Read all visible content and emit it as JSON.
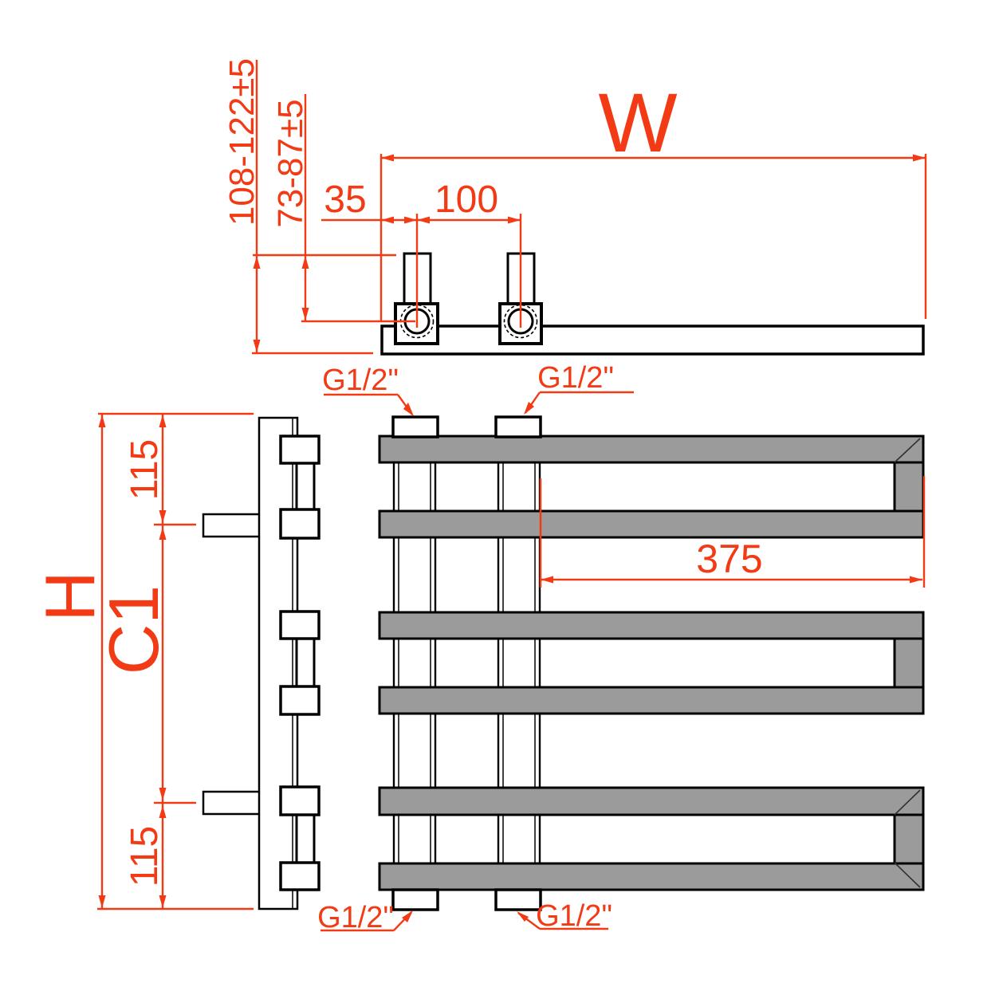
{
  "labels": {
    "w": "W",
    "h": "H",
    "c1": "C1",
    "d35": "35",
    "d100": "100",
    "d375": "375",
    "d115_top": "115",
    "d115_bottom": "115",
    "wall_range": "108-122±5",
    "axis_range": "73-87±5",
    "g12": "G1/2\""
  },
  "colors": {
    "dimension": "#f23a14",
    "tube_fill": "#9b9b9b",
    "outline": "#000000",
    "background": "#ffffff"
  }
}
